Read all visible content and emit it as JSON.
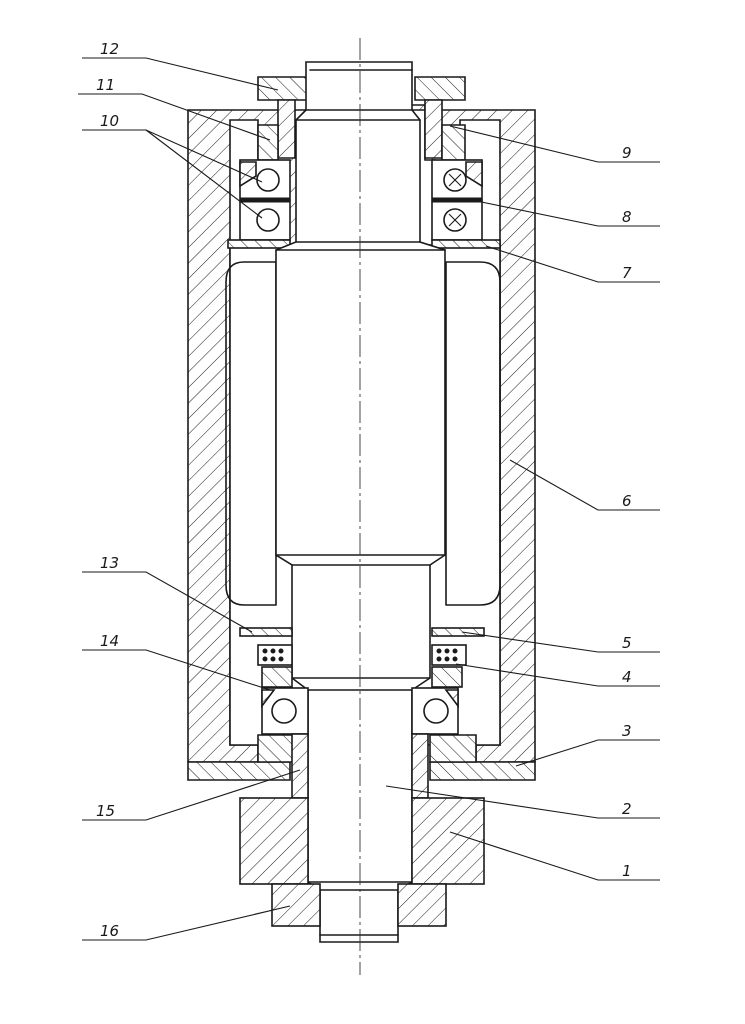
{
  "drawing": {
    "callouts": [
      "1",
      "2",
      "3",
      "4",
      "5",
      "6",
      "7",
      "8",
      "9",
      "10",
      "11",
      "12",
      "13",
      "14",
      "15",
      "16"
    ]
  }
}
